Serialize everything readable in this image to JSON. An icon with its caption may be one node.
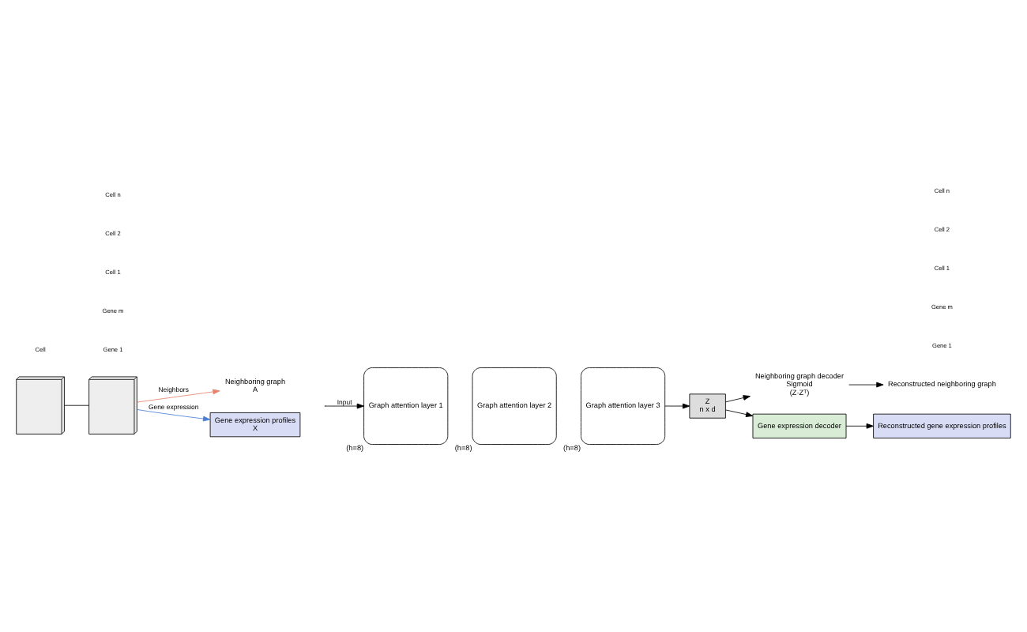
{
  "diagram": {
    "nodes": [
      {
        "text": [],
        "shape": "picture"
      },
      {
        "text": [],
        "shape": "picture"
      },
      {
        "text": [
          "Neighboring graph",
          "A"
        ]
      },
      {
        "text": [
          "Gene expression profiles",
          "X"
        ]
      },
      {
        "text": [
          "Graph attention layer 1"
        ],
        "beside": [
          "(h=8)"
        ]
      },
      {
        "text": [
          "Graph attention layer 2"
        ],
        "beside": [
          "(h=8)"
        ]
      },
      {
        "text": [
          "Graph attention layer 3"
        ],
        "beside": [
          "(h=8)"
        ]
      },
      {
        "text": [
          "Z",
          "n x d"
        ]
      },
      {
        "text": [
          "Neighboring graph decoder",
          "Sigmoid",
          "(Z·Zᵀ)"
        ]
      },
      {
        "text": [
          "Reconstructed neighboring graph"
        ]
      },
      {
        "text": [
          "Gene expression decoder"
        ]
      },
      {
        "text": [
          "Reconstructed gene expression profiles"
        ]
      }
    ],
    "edges": [
      {
        "from": 0,
        "to": 1,
        "arrow": "none"
      },
      {
        "from": 1,
        "to": 2,
        "arrow": "to",
        "label": "Neighbors",
        "color": "#e8826a"
      },
      {
        "from": 1,
        "to": 3,
        "arrow": "to",
        "label": "Gene expression",
        "color": "#4a7fd6"
      },
      {
        "from": null,
        "to": 4,
        "arrow": "to",
        "label": "Input"
      },
      {
        "from": 6,
        "to": 7,
        "arrow": "to"
      },
      {
        "from": 7,
        "to": 8,
        "arrow": "to"
      },
      {
        "from": 7,
        "to": 10,
        "arrow": "to"
      },
      {
        "from": 8,
        "to": 9,
        "arrow": "to"
      },
      {
        "from": 10,
        "to": 11,
        "arrow": "to"
      }
    ],
    "labels": [
      "Cell",
      "Gene 1",
      "Gene m",
      "Cell 1",
      "Cell 2",
      "Cell n",
      "Gene 1",
      "Gene m",
      "Cell 1",
      "Cell 2",
      "Cell n"
    ]
  }
}
